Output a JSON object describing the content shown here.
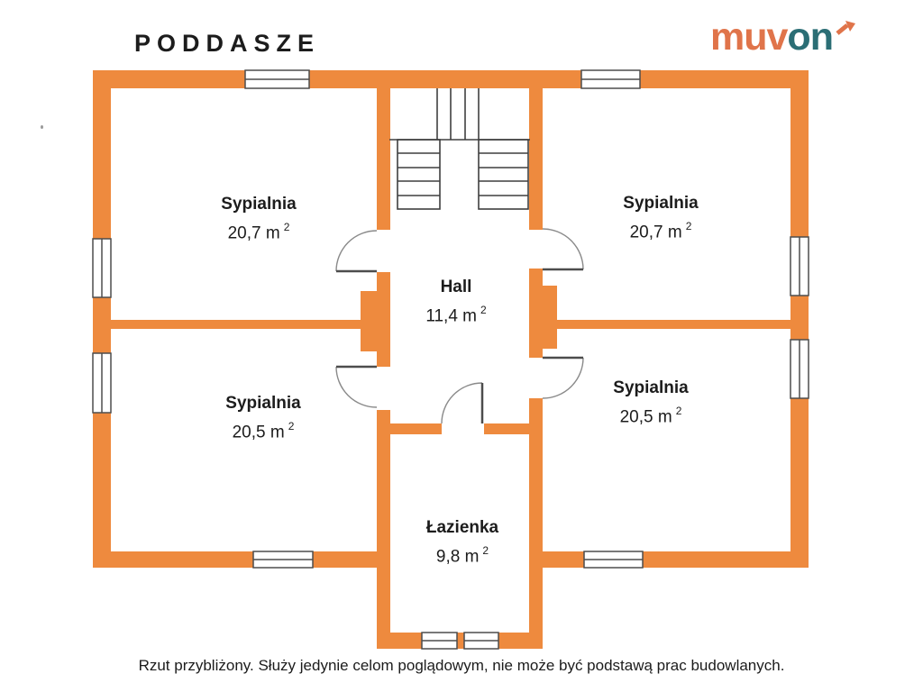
{
  "header": {
    "title": "PODDASZE"
  },
  "logo": {
    "part1": "muv",
    "part2": "on"
  },
  "rooms": [
    {
      "key": "bedroom-top-left",
      "name": "Sypialnia",
      "area": "20,7 m",
      "area_sup": "2"
    },
    {
      "key": "bedroom-top-right",
      "name": "Sypialnia",
      "area": "20,7 m",
      "area_sup": "2"
    },
    {
      "key": "hall",
      "name": "Hall",
      "area": "11,4 m",
      "area_sup": "2"
    },
    {
      "key": "bedroom-bottom-left",
      "name": "Sypialnia",
      "area": "20,5 m",
      "area_sup": "2"
    },
    {
      "key": "bedroom-bottom-right",
      "name": "Sypialnia",
      "area": "20,5 m",
      "area_sup": "2"
    },
    {
      "key": "bathroom",
      "name": "Łazienka",
      "area": "9,8 m",
      "area_sup": "2"
    }
  ],
  "footer": {
    "disclaimer": "Rzut przybliżony. Służy jedynie celom poglądowym, nie może być podstawą prac budowlanych."
  },
  "colors": {
    "wall": "#EE8A3E",
    "logo_orange": "#E0744A",
    "logo_teal": "#2B6E75",
    "line_dark": "#3F3F3F",
    "line_window": "#4D4D4D",
    "line_door": "#8A8A8A",
    "text": "#1C1C1C"
  }
}
